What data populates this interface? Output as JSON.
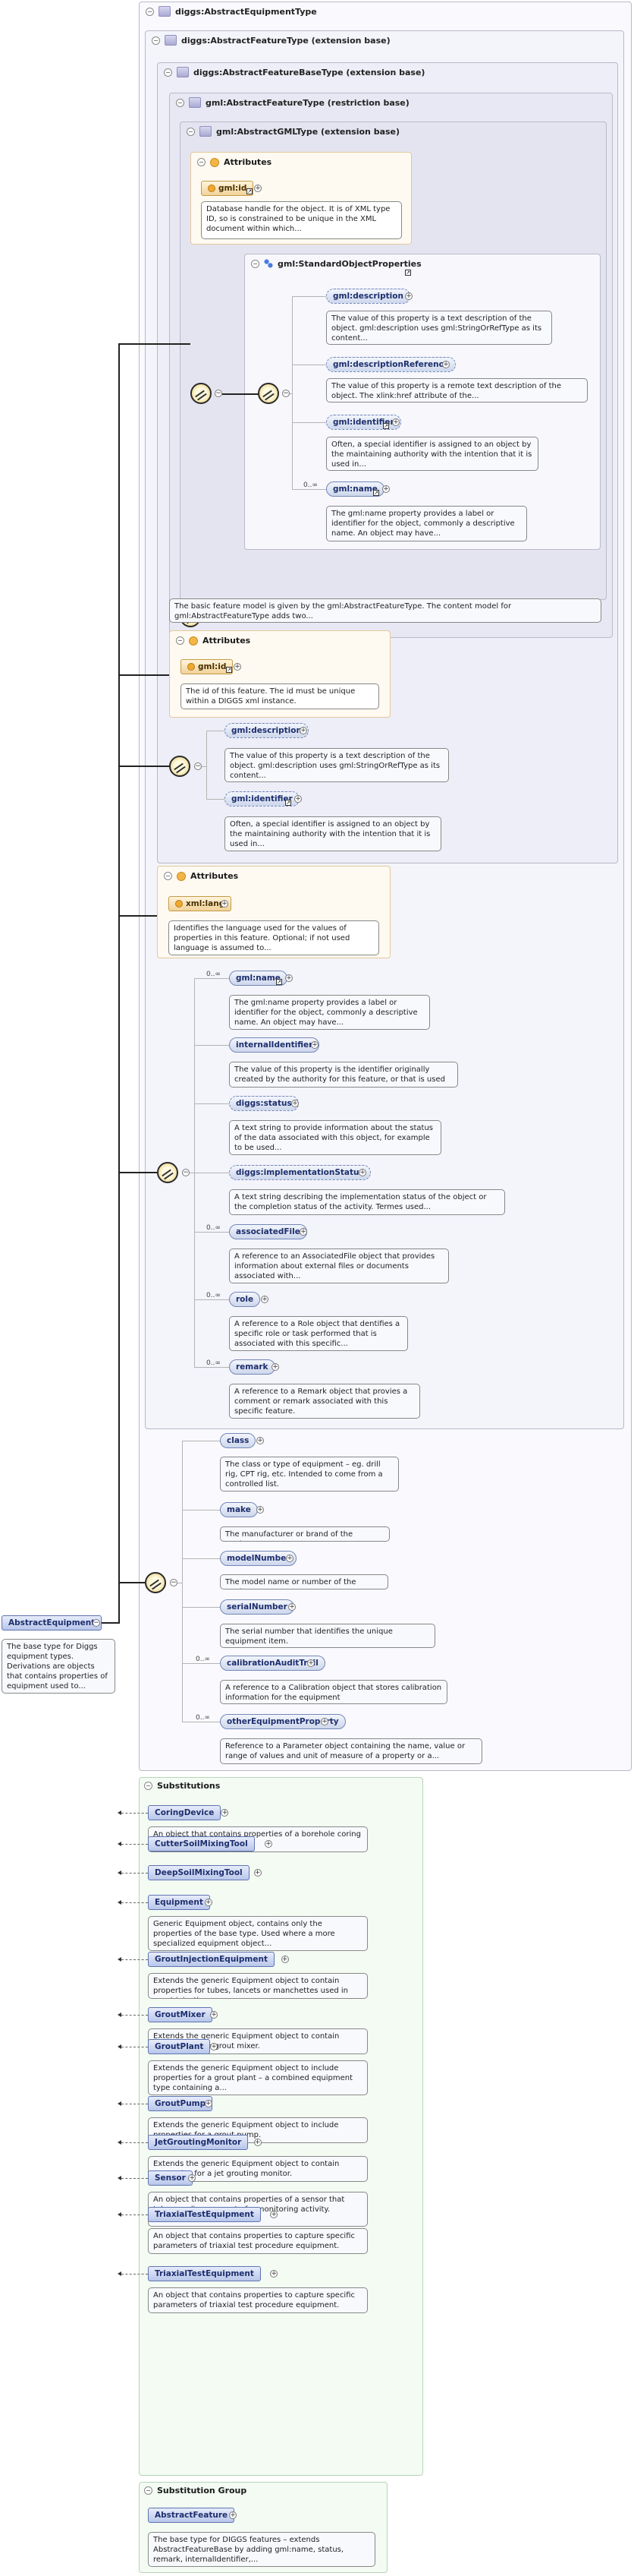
{
  "title": "diggs:AbstractEquipmentType",
  "types": {
    "abstract_feature_type": "diggs:AbstractFeatureType (extension base)",
    "abstract_feature_base_type": "diggs:AbstractFeatureBaseType (extension base)",
    "gml_abstract_feature_type": "gml:AbstractFeatureType (restriction base)",
    "gml_abstract_gml_type": "gml:AbstractGMLType (extension base)"
  },
  "attributes_label": "Attributes",
  "gml_id_block": {
    "name": "gml:id",
    "desc": "Database handle for the object. It is of XML type ID, so is constrained to be unique in the XML document within which..."
  },
  "standard_object_properties": {
    "label": "gml:StandardObjectProperties",
    "items": [
      {
        "name": "gml:description",
        "desc": "The value of this property is a text description of the object. gml:description uses gml:StringOrRefType as its content..."
      },
      {
        "name": "gml:descriptionReference",
        "desc": "The value of this property is a remote text description of the object. The xlink:href attribute of the..."
      },
      {
        "name": "gml:identifier",
        "desc": "Often, a special identifier is assigned to an object by the maintaining authority with the intention that it is used in..."
      },
      {
        "name": "gml:name",
        "card": "0..∞",
        "desc": "The gml:name property provides a label or identifier for the object, commonly a descriptive name. An object may have..."
      }
    ]
  },
  "feature_type_desc": "The basic feature model is given by the gml:AbstractFeatureType. The content model for gml:AbstractFeatureType adds two...",
  "base_attr": {
    "name": "gml:id",
    "desc": "The id of this feature. The id must be unique within a DIGGS xml instance."
  },
  "base_elements": [
    {
      "name": "gml:description",
      "desc": "The value of this property is a text description of the object. gml:description uses gml:StringOrRefType as its content..."
    },
    {
      "name": "gml:identifier",
      "desc": "Often, a special identifier is assigned to an object by the maintaining authority with the intention that it is used in..."
    }
  ],
  "feature_attr": {
    "name": "xml:lang",
    "desc": "Identifies the language used for the values of properties in this feature. Optional; if not used language is assumed to..."
  },
  "feature_elements": [
    {
      "name": "gml:name",
      "card": "0..∞",
      "desc": "The gml:name property provides a label or identifier for the object, commonly a descriptive name. An object may have..."
    },
    {
      "name": "internalIdentifier",
      "desc": "The value of this property is the identifier originally created by the authority for this feature, or that is used as..."
    },
    {
      "name": "diggs:status",
      "desc": "A text string to provide information about the status of the data associated with this object, for example to be used..."
    },
    {
      "name": "diggs:implementationStatus",
      "desc": "A text string describing the implementation status of the object or the completion status of the activity. Termes used..."
    },
    {
      "name": "associatedFile",
      "card": "0..∞",
      "desc": "A reference to an AssociatedFile object that provides information about external files or documents associated with..."
    },
    {
      "name": "role",
      "card": "0..∞",
      "desc": "A reference to a Role object that dentifies a specific role or task performed that is associated with this specific..."
    },
    {
      "name": "remark",
      "card": "0..∞",
      "desc": "A reference to a Remark object that provies a comment or remark associated with this specific feature."
    }
  ],
  "equipment_elements": [
    {
      "name": "class",
      "desc": "The class or type of equipment – eg. drill rig, CPT rig, etc. Intended to come from a controlled list."
    },
    {
      "name": "make",
      "desc": "The manufacturer or brand of the equipment"
    },
    {
      "name": "modelNumber",
      "desc": "The model name or number of the equipment"
    },
    {
      "name": "serialNumber",
      "desc": "The serial number that identifies the unique equipment item."
    },
    {
      "name": "calibrationAuditTrail",
      "card": "0..∞",
      "desc": "A reference to a Calibration object that stores calibration information for the equipment"
    },
    {
      "name": "otherEquipmentProperty",
      "card": "0..∞",
      "desc": "Reference to a Parameter object containing the name, value or range of values and unit of measure of a property or a..."
    }
  ],
  "root": {
    "name": "AbstractEquipment",
    "desc": "The base type for Diggs equipment types. Derivations are objects that contains properties of equipment used to..."
  },
  "substitutions": {
    "label": "Substitutions",
    "items": [
      {
        "name": "CoringDevice",
        "desc": "An object that contains properties of a borehole coring device."
      },
      {
        "name": "CutterSoilMixingTool",
        "desc": ""
      },
      {
        "name": "DeepSoilMixingTool",
        "desc": ""
      },
      {
        "name": "Equipment",
        "desc": "Generic Equipment object, contains only the properties of the base type. Used where a more specialized equipment object..."
      },
      {
        "name": "GroutInjectionEquipment",
        "desc": "Extends the generic Equipment object to contain properties for tubes, lancets or manchettes used in grout injection. ."
      },
      {
        "name": "GroutMixer",
        "desc": "Extends the generic Equipment object to contain properties for a grout mixer."
      },
      {
        "name": "GroutPlant",
        "desc": "Extends the generic Equipment object to include properties for a grout plant – a combined equipment type containing a..."
      },
      {
        "name": "GroutPump",
        "desc": "Extends the generic Equipment object to include properties for a grout pump."
      },
      {
        "name": "JetGroutingMonitor",
        "desc": "Extends the generic Equipment object to contain properties for a jet grouting monitor."
      },
      {
        "name": "Sensor",
        "desc": "An object that contains properties of a sensor that takes readings as part of a monitoring activity."
      },
      {
        "name": "TriaxialTestEquipment",
        "desc": "An object that contains properties to capture specific parameters of triaxial test procedure equipment."
      },
      {
        "name": "TriaxialTestEquipment",
        "desc": "An object that contains properties to capture specific parameters of triaxial test procedure equipment."
      }
    ]
  },
  "substitution_group": {
    "label": "Substitution Group",
    "name": "AbstractFeature",
    "desc": "The base type for DIGGS features – extends AbstractFeatureBase by adding gml:name, status, remark, internalIdentifier,..."
  }
}
